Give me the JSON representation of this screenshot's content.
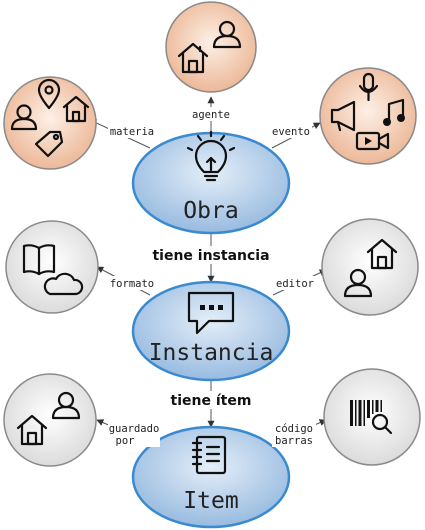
{
  "nodes": {
    "obra": "Obra",
    "instancia": "Instancia",
    "item": "Item"
  },
  "edges": {
    "tiene_instancia": "tiene instancia",
    "tiene_item": "tiene ítem",
    "agente": "agente",
    "materia": "materia",
    "evento": "evento",
    "formato": "formato",
    "editor": "editor",
    "guardado_1": "guardado",
    "guardado_2": "por",
    "codigo_1": "código",
    "codigo_2": "barras"
  },
  "icons": {
    "agente": [
      "house-icon",
      "person-icon"
    ],
    "materia": [
      "person-icon",
      "location-pin-icon",
      "house-icon",
      "tag-icon"
    ],
    "evento": [
      "megaphone-icon",
      "microphone-icon",
      "music-notes-icon",
      "video-camera-icon"
    ],
    "obra": "lightbulb-icon",
    "formato": [
      "book-icon",
      "cloud-icon"
    ],
    "editor": [
      "house-icon",
      "person-icon"
    ],
    "instancia": "speech-bubble-icon",
    "guardado": [
      "house-icon",
      "person-icon"
    ],
    "codigo": "barcode-search-icon",
    "item": "notebook-icon"
  },
  "colors": {
    "core_fill_light": "#e4eef8",
    "core_fill_dark": "#98bbe0",
    "core_stroke": "#3a8ad0",
    "orange_fill_light": "#fdf0e6",
    "orange_fill_dark": "#ebb391",
    "gray_fill_light": "#ffffff",
    "gray_fill_dark": "#d8d8d8",
    "satellite_stroke": "#8a8a8a"
  }
}
